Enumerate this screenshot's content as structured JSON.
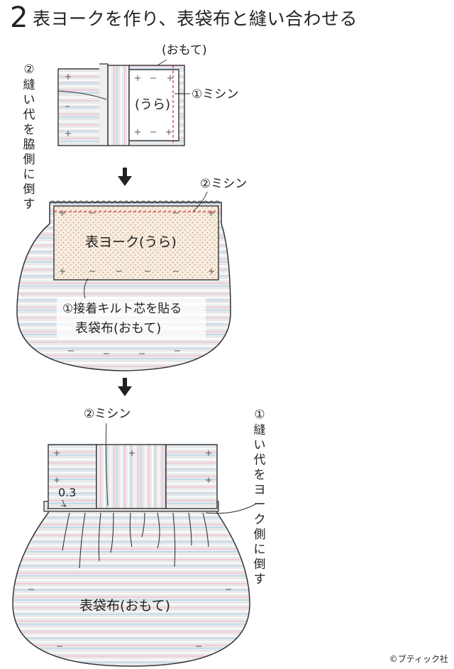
{
  "step": {
    "number": "2",
    "title": "表ヨークを作り、表袋布と縫い合わせる"
  },
  "fig1": {
    "label_omote": "(おもて)",
    "label_ura": "(うら)",
    "label_sew": "①ミシン",
    "side_note_num": "②",
    "side_note_text": "縫い代を脇側に倒す"
  },
  "fig2": {
    "label_sew": "②ミシン",
    "label_yoke": "表ヨーク(うら)",
    "label_quilt": "①接着キルト芯を貼る",
    "label_body": "表袋布(おもて)"
  },
  "fig3": {
    "label_sew": "②ミシン",
    "label_measure": "0.3",
    "side_note_num": "①",
    "side_note_text": "縫い代をヨーク側に倒す",
    "label_body": "表袋布(おもて)"
  },
  "credit": "©ブティック社",
  "colors": {
    "outline": "#333333",
    "stitch": "#d9272e",
    "fabric_gray": "#e6e6e6",
    "stripe_pink": "#f2c6d4",
    "stripe_blue": "#bcd8ef",
    "quilt_dot": "#c9a27e",
    "quilt_fill": "#f7ece0"
  }
}
